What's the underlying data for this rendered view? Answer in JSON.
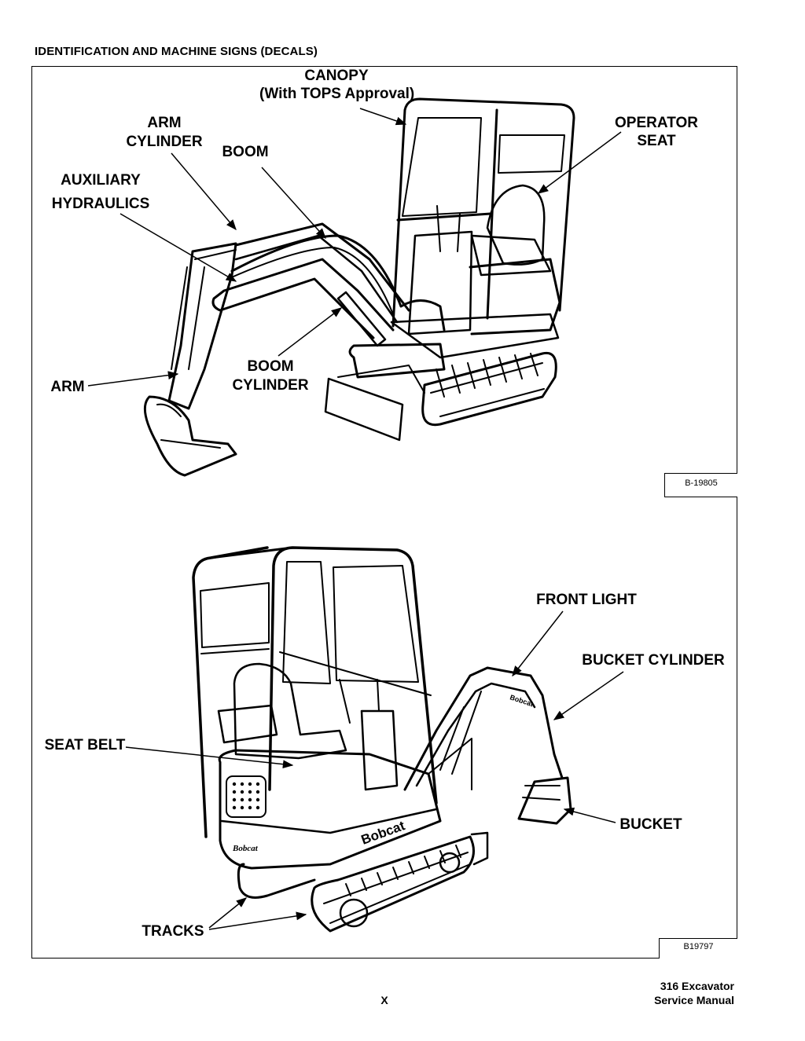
{
  "heading": "IDENTIFICATION AND MACHINE SIGNS (DECALS)",
  "top_figure": {
    "labels": {
      "canopy_line1": "CANOPY",
      "canopy_line2": "(With TOPS Approval)",
      "operator_seat_line1": "OPERATOR",
      "operator_seat_line2": "SEAT",
      "arm_cylinder_line1": "ARM",
      "arm_cylinder_line2": "CYLINDER",
      "boom": "BOOM",
      "aux_line1": "AUXILIARY",
      "aux_line2": "HYDRAULICS",
      "boom_cylinder_line1": "BOOM",
      "boom_cylinder_line2": "CYLINDER",
      "arm": "ARM"
    },
    "figure_id": "B-19805"
  },
  "bottom_figure": {
    "labels": {
      "front_light": "FRONT LIGHT",
      "bucket_cylinder": "BUCKET CYLINDER",
      "seat_belt": "SEAT BELT",
      "bucket": "BUCKET",
      "tracks": "TRACKS"
    },
    "decals": {
      "brand": "Bobcat"
    },
    "figure_id": "B19797"
  },
  "footer": {
    "page": "X",
    "model": "316 Excavator",
    "manual": "Service Manual"
  }
}
